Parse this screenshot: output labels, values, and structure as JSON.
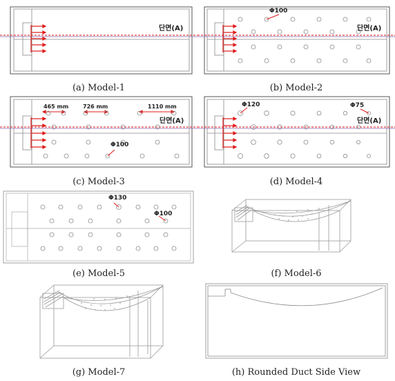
{
  "colors": {
    "frame": "#555555",
    "wire": "#9a9a9a",
    "accent_red": "#e01b1b",
    "section_line": "#8a5ca8"
  },
  "section_label": "단면(A)",
  "panels": {
    "a": {
      "caption": "(a) Model-1"
    },
    "b": {
      "caption": "(b) Model-2",
      "dim": "Φ100"
    },
    "c": {
      "caption": "(c) Model-3",
      "spacing_1": "465 mm",
      "spacing_2": "726 mm",
      "spacing_3": "1110 mm",
      "dim": "Φ100"
    },
    "d": {
      "caption": "(d) Model-4",
      "dim_1": "Φ120",
      "dim_2": "Φ75"
    },
    "e": {
      "caption": "(e) Model-5",
      "dim_1": "Φ130",
      "dim_2": "Φ100"
    },
    "f": {
      "caption": "(f) Model-6"
    },
    "g": {
      "caption": "(g) Model-7"
    },
    "h": {
      "caption": "(h) Rounded Duct Side View"
    }
  }
}
